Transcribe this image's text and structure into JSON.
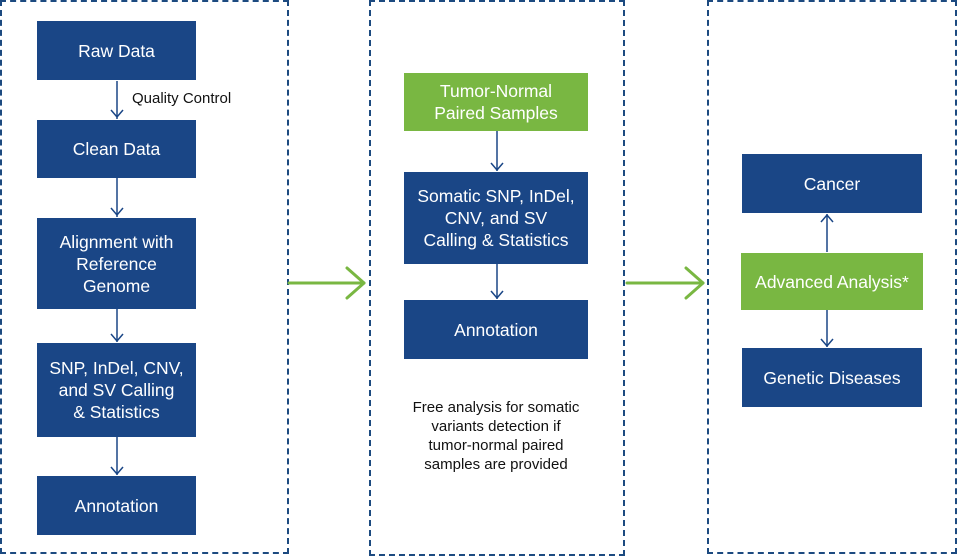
{
  "colors": {
    "node_blue": "#1a4686",
    "node_green": "#79b742",
    "arrow_blue": "#1a4686",
    "arrow_green": "#79b742",
    "border": "#1c4a80"
  },
  "germline": {
    "raw_data": "Raw Data",
    "quality_control": "Quality Control",
    "clean_data": "Clean Data",
    "alignment": "Alignment with\nReference\nGenome",
    "calling": "SNP, InDel, CNV,\nand SV Calling\n& Statistics",
    "annotation": "Annotation"
  },
  "somatic": {
    "samples": "Tumor-Normal\nPaired Samples",
    "calling": "Somatic SNP, InDel,\nCNV, and SV\nCalling & Statistics",
    "annotation": "Annotation",
    "note": "Free analysis for somatic\nvariants detection if\ntumor-normal paired\nsamples are provided"
  },
  "advanced": {
    "cancer": "Cancer",
    "advanced_analysis": "Advanced Analysis*",
    "genetic_diseases": "Genetic Diseases"
  }
}
